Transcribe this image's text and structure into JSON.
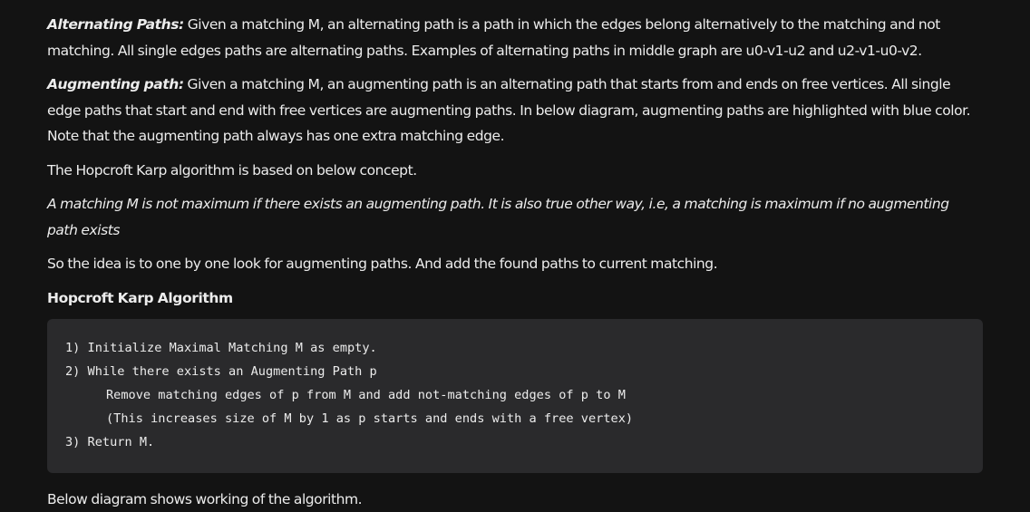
{
  "alternating": {
    "term": "Alternating Paths:",
    "text": " Given a matching M, an alternating path is a path in which the edges belong alternatively to the matching and not matching. All single edges paths are alternating paths. Examples of alternating paths in middle graph are u0-v1-u2 and u2-v1-u0-v2."
  },
  "augmenting": {
    "term": "Augmenting path:",
    "text": " Given a matching M, an augmenting path is an alternating path that starts from and ends on free vertices. All single edge paths that start and end with free vertices are augmenting paths. In below diagram, augmenting paths are highlighted with blue color. Note that the augmenting path always has one extra matching edge."
  },
  "concept_intro": "The Hopcroft Karp algorithm is based on below concept.",
  "concept_quote": "A matching M is not maximum if there exists an augmenting path. It is also true other way, i.e, a matching is maximum if no augmenting path exists",
  "idea": "So the idea is to one by one look for augmenting paths. And add the found paths to current matching.",
  "algorithm_heading": "Hopcroft Karp Algorithm",
  "code_lines": [
    "1) Initialize Maximal Matching M as empty.",
    "2) While there exists an Augmenting Path p",
    "Remove matching edges of p from M and add not-matching edges of p to M",
    "(This increases size of M by 1 as p starts and ends with a free vertex)",
    "3) Return M."
  ],
  "diagram_intro": "Below diagram shows working of the algorithm."
}
